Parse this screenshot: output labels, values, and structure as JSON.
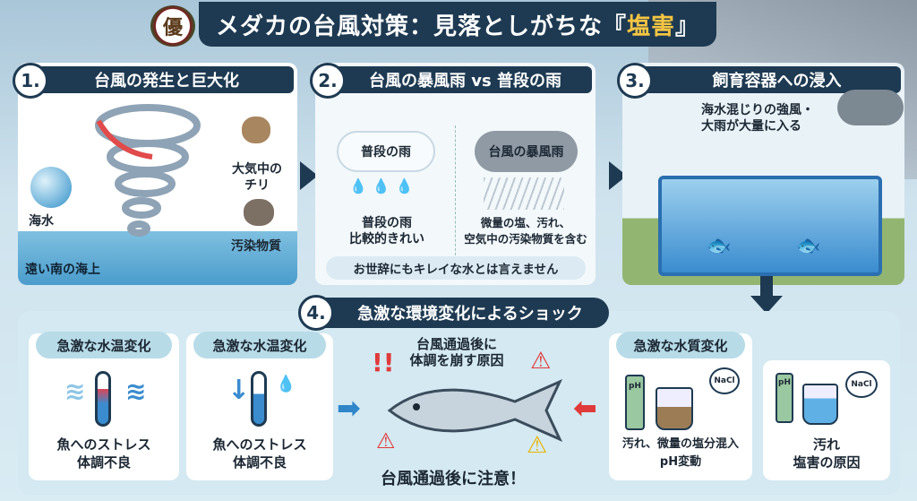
{
  "title": {
    "prefix": "メダカの台風対策：見落としがちな『",
    "highlight": "塩害",
    "suffix": "』",
    "logo_text": "優"
  },
  "colors": {
    "navy": "#1e3a52",
    "highlight": "#f5c542",
    "tag": "#b8dbe8"
  },
  "panel1": {
    "number": "1.",
    "heading": "台風の発生と巨大化",
    "seawater": "海水",
    "dust_line1": "大気中の",
    "dust_line2": "チリ",
    "pollutants": "汚染物質",
    "location": "遠い南の海上"
  },
  "panel2": {
    "number": "2.",
    "heading": "台風の暴風雨 vs 普段の雨",
    "normal_cloud": "普段の雨",
    "storm_cloud": "台風の暴風雨",
    "normal_desc1": "普段の雨",
    "normal_desc2": "比較的きれい",
    "storm_desc1": "微量の塩、汚れ、",
    "storm_desc2": "空気中の汚染物質を含む",
    "note": "お世辞にもキレイな水とは言えません"
  },
  "panel3": {
    "number": "3.",
    "heading": "飼育容器への浸入",
    "desc1": "海水混じりの強風・",
    "desc2": "大雨が大量に入る"
  },
  "panel4": {
    "number": "4.",
    "heading": "急激な環境変化によるショック",
    "cards": [
      {
        "tag": "急激な水温変化",
        "line1": "魚へのストレス",
        "line2": "体調不良"
      },
      {
        "tag": "急激な水温変化",
        "line1": "魚へのストレス",
        "line2": "体調不良"
      },
      {
        "tag": "急激な水質変化",
        "line1": "汚れ、微量の塩分混入",
        "line2": "pH変動"
      },
      {
        "tag": "",
        "line1": "汚れ",
        "line2": "塩害の原因"
      }
    ],
    "center_top1": "台風通過後に",
    "center_top2": "体調を崩す原因",
    "center_bottom": "台風通過後に注意！",
    "ph_label": "pH",
    "nacl_label": "NaCl"
  }
}
